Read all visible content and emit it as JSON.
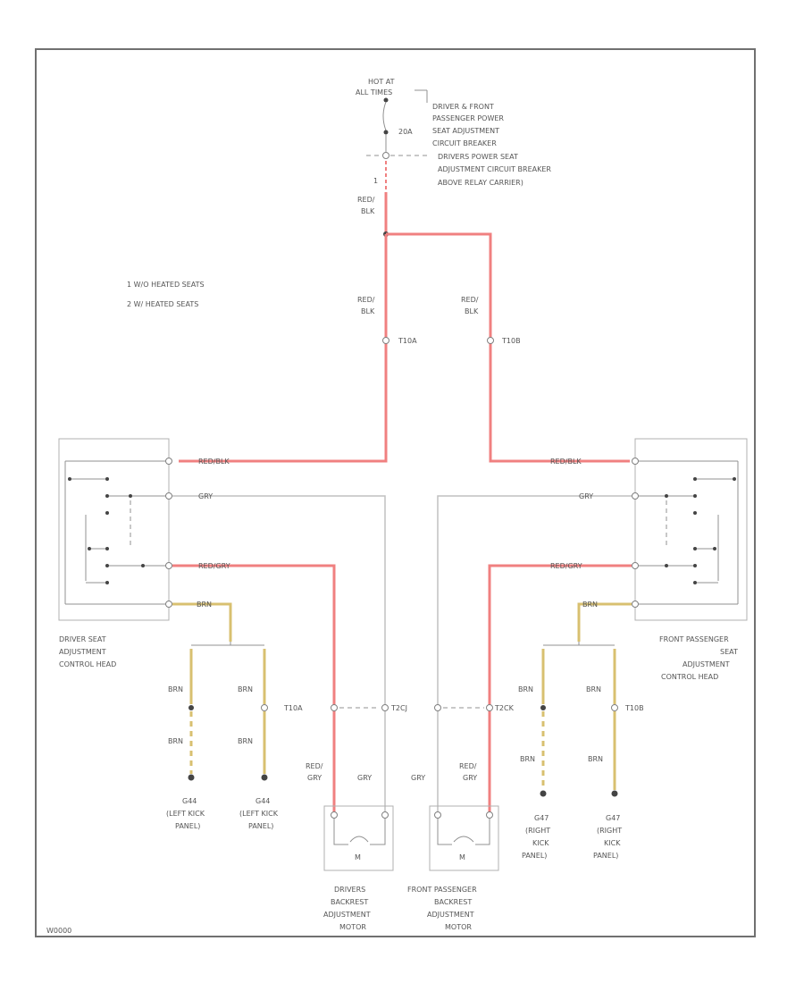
{
  "power": {
    "hot_at": [
      "HOT AT",
      "ALL TIMES"
    ],
    "fuse_rating": "20A",
    "breaker_note": [
      "DRIVER & FRONT",
      "PASSENGER POWER",
      "SEAT ADJUSTMENT",
      "CIRCUIT BREAKER"
    ],
    "breaker_location": [
      "DRIVERS POWER SEAT",
      "ADJUSTMENT CIRCUIT BREAKER",
      "ABOVE RELAY CARRIER)"
    ],
    "pin": "1"
  },
  "legend": [
    "1  W/O HEATED SEATS",
    "2  W/ HEATED SEATS"
  ],
  "wires": {
    "red_blk": [
      "RED/",
      "BLK"
    ],
    "red_blk_inline": "RED/BLK",
    "gry": "GRY",
    "red_gry": "RED/GRY",
    "red_gry_stacked": [
      "RED/",
      "GRY"
    ],
    "brn": "BRN"
  },
  "connectors": {
    "t10a": "T10A",
    "t10b": "T10B",
    "t10a_ground": "T10A",
    "t2cj": "T2CJ",
    "t2ck": "T2CK",
    "t10b_ground": "T10B"
  },
  "components": {
    "driver_seat_head": [
      "DRIVER SEAT",
      "ADJUSTMENT",
      "CONTROL HEAD"
    ],
    "passenger_seat_head": [
      "FRONT PASSENGER",
      "SEAT",
      "ADJUSTMENT",
      "CONTROL HEAD"
    ],
    "driver_backrest_motor": [
      "DRIVERS",
      "BACKREST",
      "ADJUSTMENT",
      "MOTOR"
    ],
    "passenger_backrest_motor": [
      "FRONT PASSENGER",
      "BACKREST",
      "ADJUSTMENT",
      "MOTOR"
    ],
    "motor_symbol": "M"
  },
  "grounds": {
    "g44_a": [
      "G44",
      "(LEFT KICK",
      "PANEL)"
    ],
    "g44_b": [
      "G44",
      "(LEFT KICK",
      "PANEL)"
    ],
    "g47_a": [
      "G47",
      "(RIGHT",
      "KICK",
      "PANEL)"
    ],
    "g47_b": [
      "G47",
      "(RIGHT",
      "KICK",
      "PANEL)"
    ]
  },
  "footer_id": "W0000"
}
